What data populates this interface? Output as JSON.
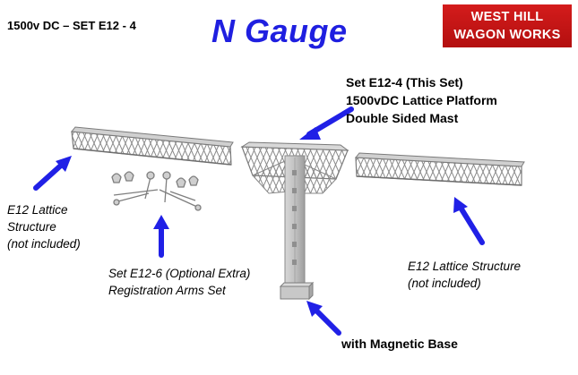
{
  "header": {
    "set_code": "1500v DC – SET E12 - 4",
    "title": "N Gauge",
    "brand_line1": "WEST HILL",
    "brand_line2": "WAGON WORKS",
    "brand_color": "#c41616",
    "title_color": "#1f1fe0"
  },
  "labels": {
    "this_set_line1": "Set E12-4 (This Set)",
    "this_set_line2": "1500vDC Lattice Platform",
    "this_set_line3": "Double Sided Mast",
    "left_structure_line1": "E12 Lattice",
    "left_structure_line2": "Structure",
    "left_structure_line3": "(not included)",
    "reg_arms_line1": "Set E12-6 (Optional Extra)",
    "reg_arms_line2": "Registration Arms Set",
    "right_structure_line1": "E12 Lattice Structure",
    "right_structure_line2": "(not included)",
    "magnetic_base": "with Magnetic Base"
  },
  "colors": {
    "arrow": "#2020e6",
    "model_gray": "#bfbfbf"
  }
}
